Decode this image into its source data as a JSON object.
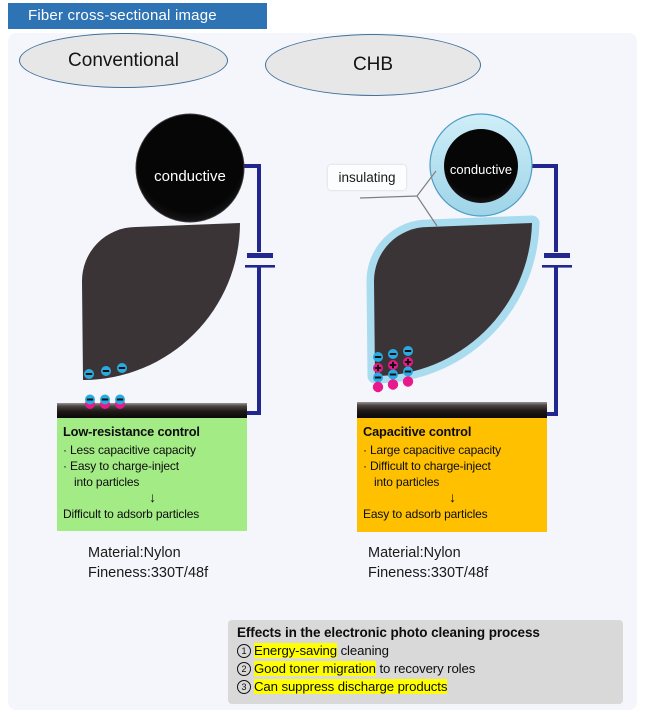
{
  "banner": {
    "title": "Fiber cross-sectional image"
  },
  "comparison": {
    "conventional": {
      "label": "Conventional",
      "core_label": "conductive",
      "control_box": {
        "title": "Low-resistance control",
        "bullet1": "· Less capacitive capacity",
        "bullet2": "· Easy to charge-inject",
        "bullet2b": "into particles",
        "arrow": "↓",
        "conclusion": "Difficult to adsorb particles"
      },
      "material": "Material:Nylon",
      "fineness": "Fineness:330T/48f"
    },
    "chb": {
      "label": "CHB",
      "core_label": "conductive",
      "coating_label": "insulating",
      "control_box": {
        "title": "Capacitive control",
        "bullet1": "· Large capacitive capacity",
        "bullet2": "· Difficult to charge-inject",
        "bullet2b": "into particles",
        "arrow": "↓",
        "conclusion": "Easy to adsorb particles"
      },
      "material": "Material:Nylon",
      "fineness": "Fineness:330T/48f"
    }
  },
  "effects": {
    "title": "Effects in the electronic photo cleaning process",
    "items": [
      {
        "num": "1",
        "highlight": "Energy-saving",
        "rest": " cleaning"
      },
      {
        "num": "2",
        "highlight": "Good toner migration",
        "rest": " to recovery roles"
      },
      {
        "num": "3",
        "highlight": "Can suppress discharge products",
        "rest": ""
      }
    ]
  },
  "colors": {
    "banner_blue": "#2E74B5",
    "panel_bg": "#F5F6FB",
    "fiber_dark": "#3B3436",
    "insulating_blue": "#A9DCEF",
    "wire_navy": "#22278F",
    "green_box": "#A3EB85",
    "orange_box": "#FFC000",
    "effects_gray": "#D9D9D9",
    "highlight_yellow": "#FFFF00",
    "negative_dot_blue": "#29ABE2",
    "positive_dot_pink": "#E9198B"
  }
}
